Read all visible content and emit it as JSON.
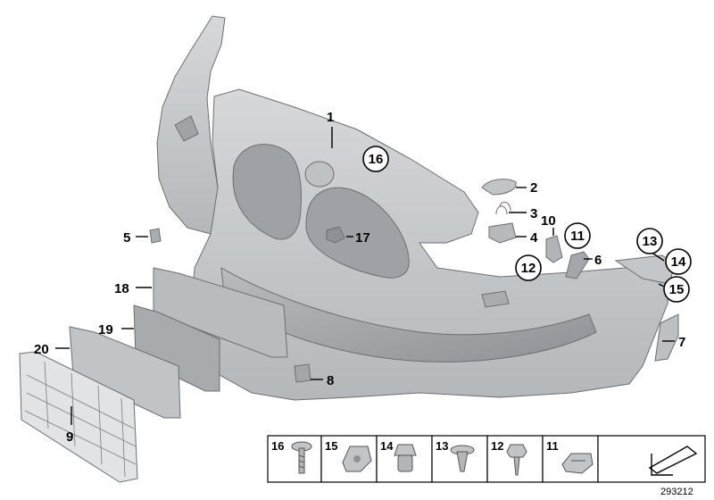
{
  "callouts": [
    {
      "id": "c1",
      "text": "1"
    },
    {
      "id": "c2",
      "text": "2"
    },
    {
      "id": "c3",
      "text": "3"
    },
    {
      "id": "c4",
      "text": "4"
    },
    {
      "id": "c5",
      "text": "5"
    },
    {
      "id": "c6",
      "text": "6"
    },
    {
      "id": "c7",
      "text": "7"
    },
    {
      "id": "c8",
      "text": "8"
    },
    {
      "id": "c9",
      "text": "9"
    },
    {
      "id": "c10",
      "text": "10"
    },
    {
      "id": "c11",
      "text": "11"
    },
    {
      "id": "c12",
      "text": "12"
    },
    {
      "id": "c13",
      "text": "13"
    },
    {
      "id": "c14",
      "text": "14"
    },
    {
      "id": "c15",
      "text": "15"
    },
    {
      "id": "c16",
      "text": "16"
    },
    {
      "id": "c17",
      "text": "17"
    },
    {
      "id": "c18",
      "text": "18"
    },
    {
      "id": "c19",
      "text": "19"
    },
    {
      "id": "c20",
      "text": "20"
    }
  ],
  "legend": {
    "cells": [
      "16",
      "15",
      "14",
      "13",
      "12",
      "11"
    ]
  },
  "diagram_id": "293212",
  "colors": {
    "part_fill": "#c9ccce",
    "part_shadow": "#a9adb0",
    "part_dark": "#8a8e92",
    "line": "#000000"
  },
  "icons": {
    "direction": "direction-arrow-icon"
  }
}
